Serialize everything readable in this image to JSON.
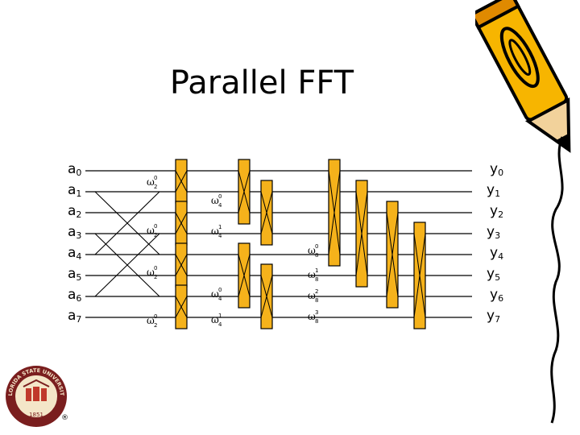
{
  "title": "Parallel FFT",
  "inputs": [
    {
      "base": "a",
      "sub": "0"
    },
    {
      "base": "a",
      "sub": "1"
    },
    {
      "base": "a",
      "sub": "2"
    },
    {
      "base": "a",
      "sub": "3"
    },
    {
      "base": "a",
      "sub": "4"
    },
    {
      "base": "a",
      "sub": "5"
    },
    {
      "base": "a",
      "sub": "6"
    },
    {
      "base": "a",
      "sub": "7"
    }
  ],
  "outputs": [
    {
      "base": "y",
      "sub": "0"
    },
    {
      "base": "y",
      "sub": "1"
    },
    {
      "base": "y",
      "sub": "2"
    },
    {
      "base": "y",
      "sub": "3"
    },
    {
      "base": "y",
      "sub": "4"
    },
    {
      "base": "y",
      "sub": "5"
    },
    {
      "base": "y",
      "sub": "6"
    },
    {
      "base": "y",
      "sub": "7"
    }
  ],
  "twiddles": [
    {
      "sup": "0",
      "sub": "2"
    },
    {
      "sup": "0",
      "sub": "2"
    },
    {
      "sup": "0",
      "sub": "2"
    },
    {
      "sup": "0",
      "sub": "2"
    },
    {
      "sup": "0",
      "sub": "4"
    },
    {
      "sup": "1",
      "sub": "4"
    },
    {
      "sup": "0",
      "sub": "4"
    },
    {
      "sup": "1",
      "sub": "4"
    },
    {
      "sup": "0",
      "sub": "8"
    },
    {
      "sup": "1",
      "sub": "8"
    },
    {
      "sup": "2",
      "sub": "8"
    },
    {
      "sup": "3",
      "sub": "8"
    }
  ],
  "omega_symbol": "ω",
  "logo": {
    "ring_text": "FLORIDA STATE UNIVERSITY",
    "year": "1851",
    "registered": "®"
  },
  "colors": {
    "butterfly_fill": "#f5b21b",
    "line": "#000000",
    "pencil_yellow": "#f7b500"
  }
}
